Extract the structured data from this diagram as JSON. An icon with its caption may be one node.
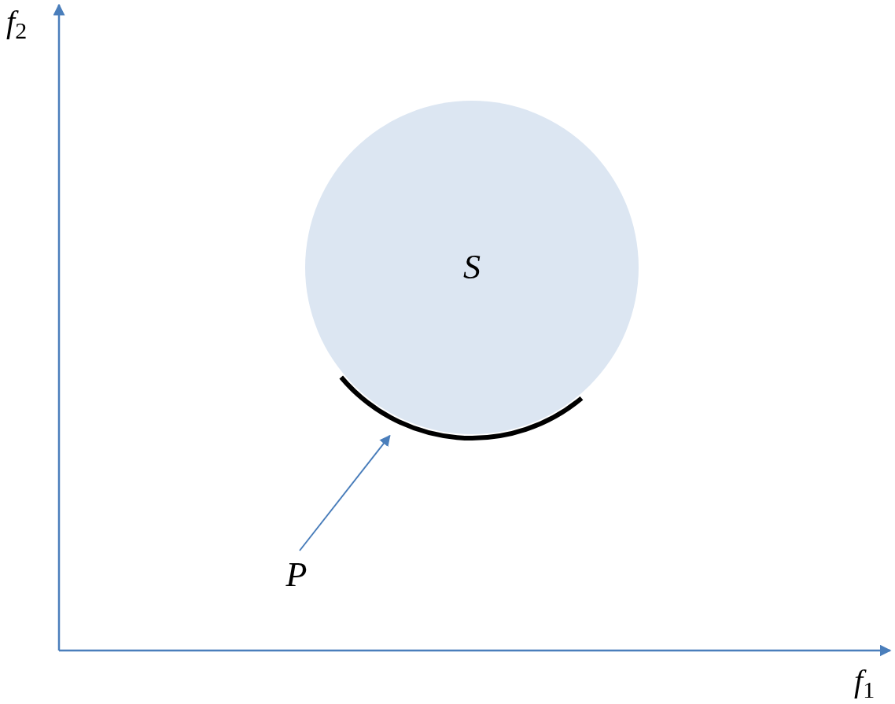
{
  "diagram": {
    "nodes": [
      {
        "text": [
          "S"
        ]
      },
      {
        "text": [],
        "shape": "arc"
      },
      {
        "text": [
          "P"
        ]
      }
    ],
    "edges": [
      {
        "from": 2,
        "to": 1,
        "arrow": "to",
        "color": "#4a7ebb"
      }
    ],
    "labels": [
      "*f*$_{2}$",
      "*f*$_{1}$"
    ]
  }
}
